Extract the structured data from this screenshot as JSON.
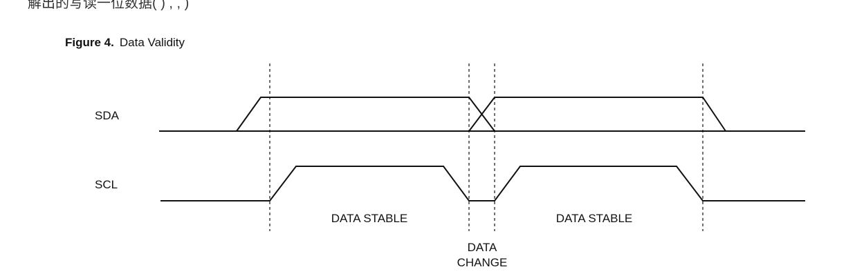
{
  "cutoff_text": "解出的写读一位数据(                          )         ,            ,                 )",
  "figure": {
    "number": "Figure 4.",
    "title": "Data Validity"
  },
  "signals": {
    "sda": "SDA",
    "scl": "SCL"
  },
  "labels": {
    "stable_1": "DATA STABLE",
    "stable_2": "DATA STABLE",
    "change_line1": "DATA",
    "change_line2": "CHANGE"
  },
  "colors": {
    "line": "#111111",
    "text": "#111111"
  }
}
